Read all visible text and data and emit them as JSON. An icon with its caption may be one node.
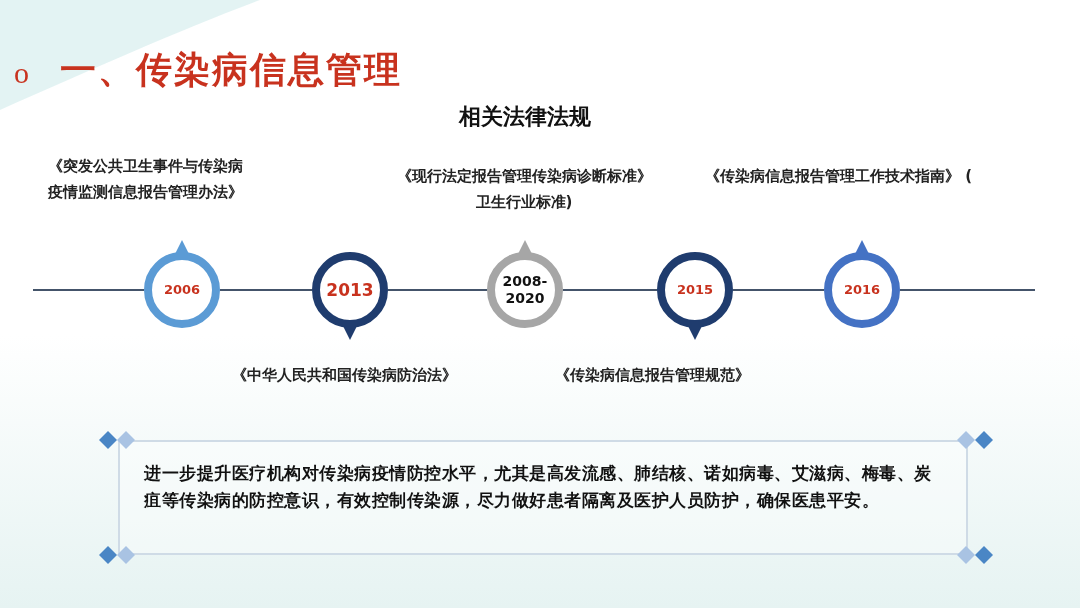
{
  "diagram": {
    "title": "一、传染病信息管理",
    "nodes": [
      {
        "text": [
          "2006"
        ],
        "beside": [
          "《突发公共卫生事件与传染病疫情监测信息报告管理办法》"
        ]
      },
      {
        "text": [
          "2013"
        ],
        "beside": [
          "《中华人民共和国传染病防治法》"
        ]
      },
      {
        "text": [
          "2008-2020"
        ],
        "beside": [
          "《现行法定报告管理传染病诊断标准》卫生行业标准)"
        ]
      },
      {
        "text": [
          "2015"
        ],
        "beside": [
          "《传染病信息报告管理规范》"
        ]
      },
      {
        "text": [
          "2016"
        ],
        "beside": [
          "《传染病信息报告管理工作技术指南》 ("
        ]
      },
      {
        "text": [
          "进一步提升医疗机构对传染病疫情防控水平，尤其是高发流感、肺结核、诺如病毒、艾滋病、梅毒、炭疽等传染病的防控意识，有效控制传染源，尽力做好患者隔离及医护人员防护，确保医患平安。"
        ]
      }
    ],
    "edges": [
      {
        "from": null,
        "to": 0,
        "arrow": "none"
      },
      {
        "from": 0,
        "to": 1,
        "arrow": "none"
      },
      {
        "from": 1,
        "to": 2,
        "arrow": "none"
      },
      {
        "from": 2,
        "to": 3,
        "arrow": "none"
      },
      {
        "from": 3,
        "to": 4,
        "arrow": "none"
      },
      {
        "from": 4,
        "to": null,
        "arrow": "none"
      }
    ],
    "labels": [
      "o",
      "相关法律法规"
    ]
  }
}
